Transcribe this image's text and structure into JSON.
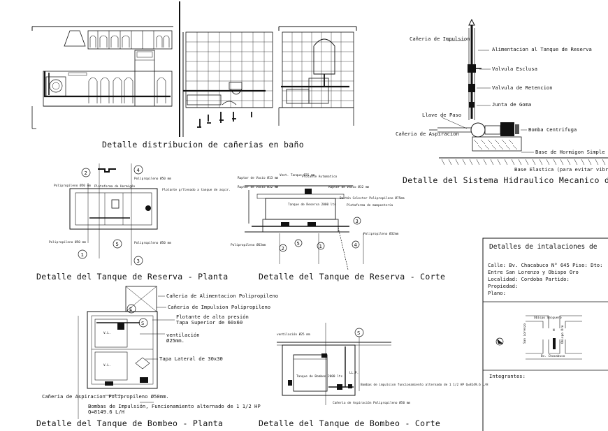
{
  "captions": {
    "bano": "Detalle distribucion de cañerias en baño",
    "hidraulico": "Detalle del Sistema Hidraulico Mecanico de Bo",
    "reserva_planta": "Detalle del Tanque de Reserva - Planta",
    "reserva_corte": "Detalle del Tanque de Reserva - Corte",
    "bombeo_planta": "Detalle del Tanque de Bombeo - Planta",
    "bombeo_corte": "Detalle del Tanque de Bombeo - Corte"
  },
  "pump_labels": {
    "impulsion": "Cañeria de Impulsion",
    "alimentacion": "Alimentacion al Tanque de Reserva",
    "esclusa": "Valvula Esclusa",
    "retencion": "Valvula de Retencion",
    "junta": "Junta de Goma",
    "llave": "Llave de Paso",
    "aspiracion": "Cañeria de Aspiracion",
    "bomba": "Bomba Centrifuga",
    "base": "Base de Hormigon Simple",
    "base_elastica": "Base Elastica (para evitar vibrac"
  },
  "reserva_planta": {
    "polipropileno_a": "Polipropileno Ø50 mm",
    "polipropileno_b": "Polipropileno Ø50 mm",
    "polipropileno_c": "Polipropileno Ø50 mm",
    "polipropileno_d": "Polipropileno Ø50 mm",
    "plataforma": "Plataforma de Hormigón",
    "flotante": "Flotante p/llenado a tanque de aspir.",
    "n1": "1",
    "n2": "2",
    "n3": "3",
    "n4": "4",
    "n5": "5"
  },
  "reserva_corte": {
    "ruptor_a": "Ruptor de Vacío Ø13 mm",
    "ruptor_b": "Ruptor de Vacío Ø32 mm",
    "ruptor_c": "Ruptor de Vacío Ø32 mm",
    "vent": "Vent. Tanque Ø25 mm",
    "flotante": "Flotante Automatico",
    "tanque": "Tanque de Reserva 2000 lts",
    "baston": "Bastón Colector Polipropileno Ø75mm",
    "plataforma": "Plataforma de mampostería",
    "poli_a": "Polipropileno Ø63mm",
    "poli_b": "Polipropileno Ø32mm",
    "n1": "1",
    "n2": "2",
    "n3": "3",
    "n4": "4",
    "n5": "5"
  },
  "bombeo_planta": {
    "alim": "Cañeria de Alimentacion Polipropileno",
    "imp": "Cañeria de Impulsion Polipropileno",
    "flotante_1": "Flotante de alta presión",
    "flotante_2": "Tapa Superior de 60x60",
    "vent_1": "ventilación",
    "vent_2": "Ø25mm.",
    "tapa": "Tapa Lateral de 30x30",
    "asp": "Cañeria de Aspiracion Polipropileno Ø50mm.",
    "bombas_1": "Bombas de Impulsión, Funcionamiento alternado de 1 1/2 HP",
    "bombas_2": "Q=8149.6 L/H",
    "vl": "V.L.",
    "vl2": "V.L.",
    "e": "E",
    "s": "S"
  },
  "bombeo_corte": {
    "vent": "ventilación Ø25 mm",
    "tanque": "Tanque de Bombeo 2000 lts",
    "bombas": "Bombas de impulsion funcionamiento alternado de 1 1/2 HP Q=8149.6 L/H",
    "asp": "Cañeria de Aspiración Polipropileno Ø50 mm",
    "ll": "LL.P.",
    "s": "S"
  },
  "title_block": {
    "heading": "Detalles de intalaciones de",
    "calle": "Calle: Bv. Chacabuco N° 645 Piso: Dto:",
    "entre": "Entre San Lorenzo y Obispo Oro",
    "localidad": "Localidad: Cordoba Partido:",
    "propiedad": "Propiedad:",
    "plano": "Plano:",
    "integrantes": "Integrantes:",
    "map_obispo": "Obispo Salguero",
    "map_chacabuco": "Bv. Chacabuco",
    "map_sanlorenzo": "San Lorenzo",
    "map_oro": "Obispo Oro",
    "map_n": "N"
  }
}
